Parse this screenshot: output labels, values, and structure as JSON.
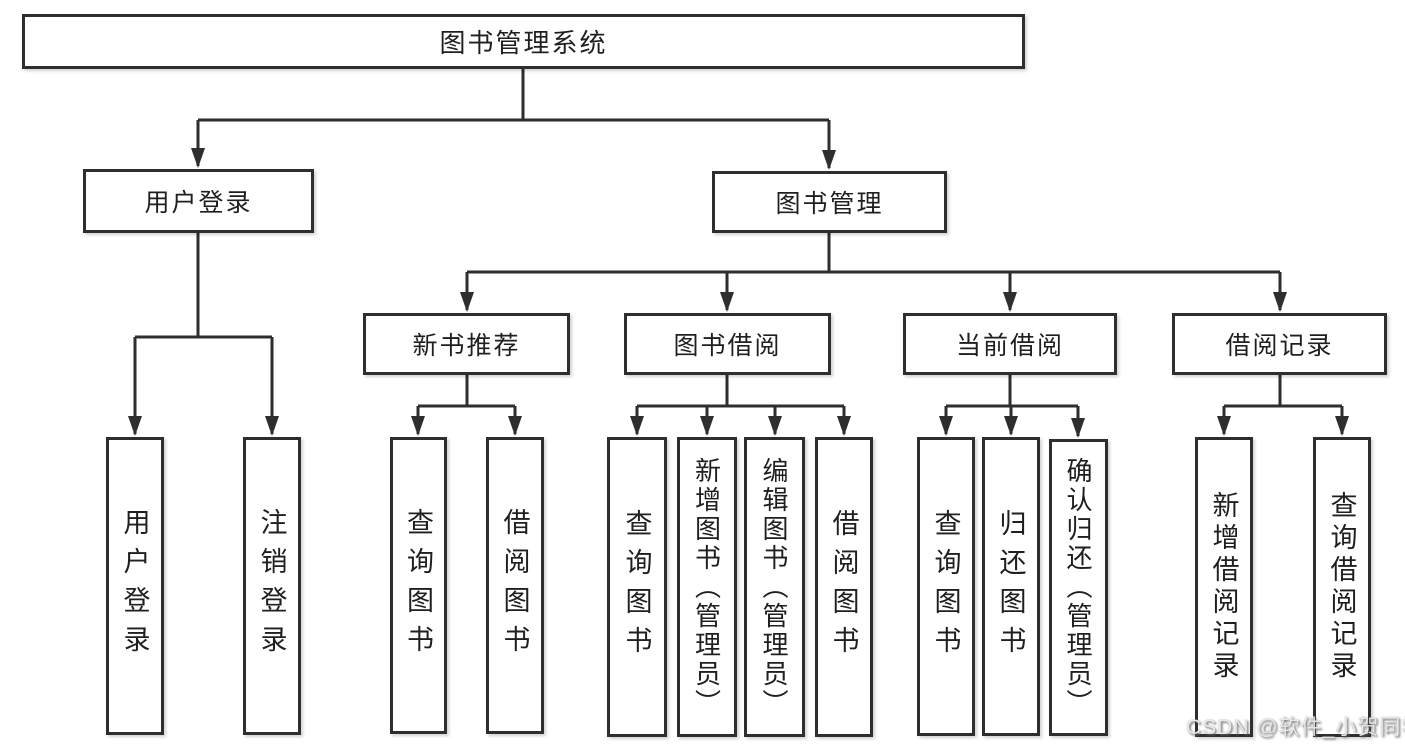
{
  "diagram": {
    "type": "hierarchy-tree",
    "colors": {
      "line": "#2e2e2e",
      "box_border": "#2e2e2e",
      "box_fill": "#ffffff",
      "text": "#1f1f1f",
      "watermark_text": "#e9e9e9"
    }
  },
  "nodes": {
    "root": {
      "label": "图书管理系统"
    },
    "level2": [
      {
        "id": "user-login",
        "label": "用户登录",
        "parent": "图书管理系统"
      },
      {
        "id": "book-management",
        "label": "图书管理",
        "parent": "图书管理系统"
      }
    ],
    "level3": [
      {
        "id": "new-book-recommend",
        "label": "新书推荐",
        "parent": "图书管理"
      },
      {
        "id": "book-borrowing",
        "label": "图书借阅",
        "parent": "图书管理"
      },
      {
        "id": "current-borrowing",
        "label": "当前借阅",
        "parent": "图书管理"
      },
      {
        "id": "borrowing-records",
        "label": "借阅记录",
        "parent": "图书管理"
      }
    ],
    "leaves": [
      {
        "label": "用户登录",
        "parent": "用户登录"
      },
      {
        "label": "注销登录",
        "parent": "用户登录"
      },
      {
        "label": "查询图书",
        "parent": "新书推荐"
      },
      {
        "label": "借阅图书",
        "parent": "新书推荐"
      },
      {
        "label": "查询图书",
        "parent": "图书借阅"
      },
      {
        "label": "新增图书（管理员）",
        "parent": "图书借阅"
      },
      {
        "label": "编辑图书（管理员）",
        "parent": "图书借阅"
      },
      {
        "label": "借阅图书",
        "parent": "图书借阅"
      },
      {
        "label": "查询图书",
        "parent": "当前借阅"
      },
      {
        "label": "归还图书",
        "parent": "当前借阅"
      },
      {
        "label": "确认归还（管理员）",
        "parent": "当前借阅"
      },
      {
        "label": "新增借阅记录",
        "parent": "借阅记录"
      },
      {
        "label": "查询借阅记录",
        "parent": "借阅记录"
      }
    ]
  },
  "watermark": {
    "text": "CSDN @软件_小贺同学"
  }
}
